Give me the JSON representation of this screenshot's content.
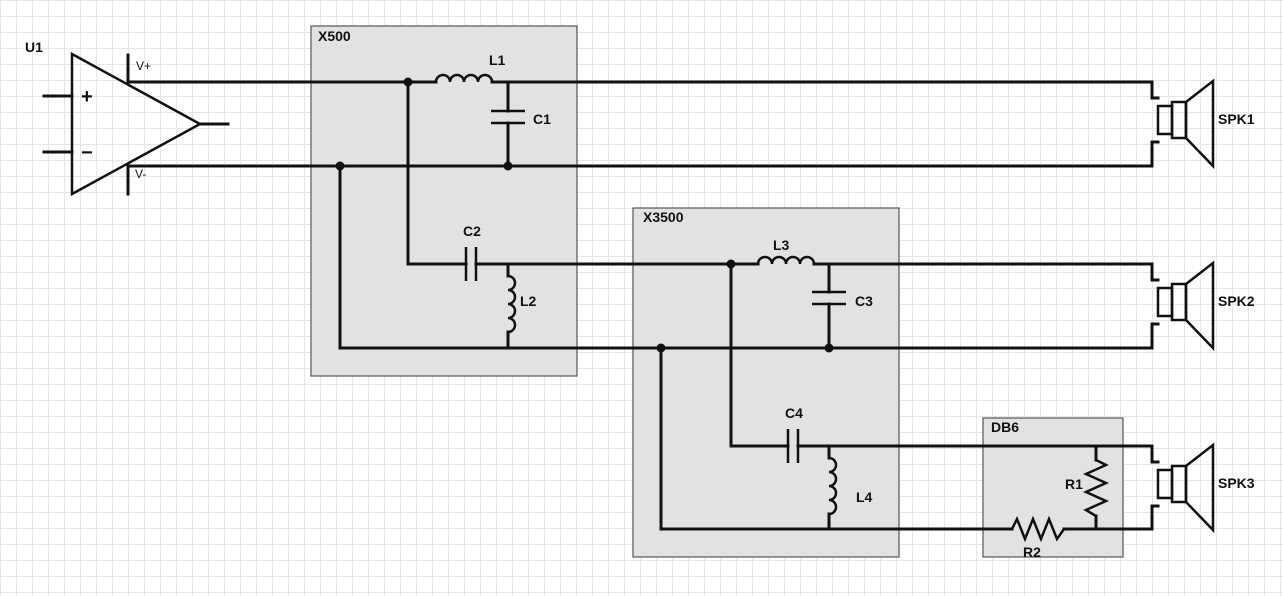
{
  "amplifier": {
    "ref": "U1",
    "pin_vplus": "V+",
    "pin_vminus": "V-",
    "plus_sign": "+",
    "minus_sign": "−"
  },
  "modules": {
    "x500": "X500",
    "x3500": "X3500",
    "db6": "DB6"
  },
  "components": {
    "L1": "L1",
    "C1": "C1",
    "C2": "C2",
    "L2": "L2",
    "L3": "L3",
    "C3": "C3",
    "C4": "C4",
    "L4": "L4",
    "R1": "R1",
    "R2": "R2"
  },
  "speakers": {
    "spk1": "SPK1",
    "spk2": "SPK2",
    "spk3": "SPK3"
  }
}
